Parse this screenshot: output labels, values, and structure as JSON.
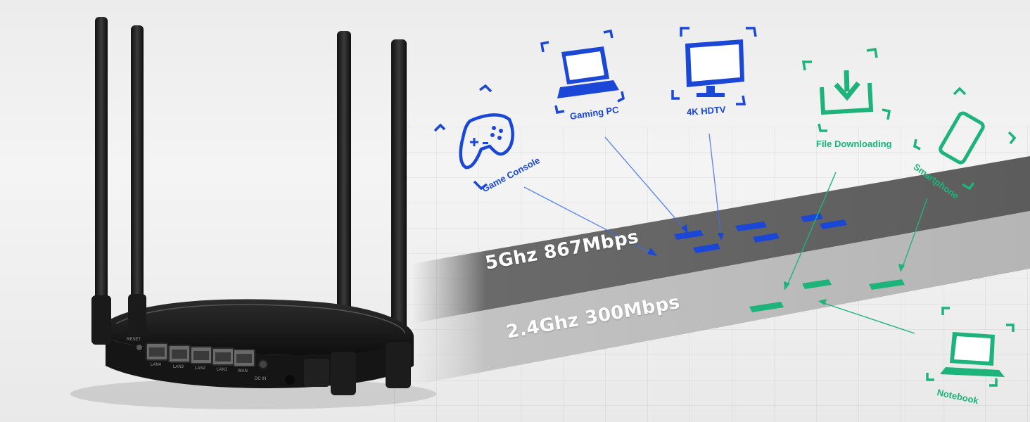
{
  "bands": {
    "five_ghz": "5Ghz 867Mbps",
    "two_four_ghz": "2.4Ghz 300Mbps"
  },
  "devices_5ghz": {
    "game_console": "Game Console",
    "gaming_pc": "Gaming PC",
    "hdtv": "4K HDTV"
  },
  "devices_24ghz": {
    "file_downloading": "File Downloading",
    "smartphone": "Smartphone",
    "notebook": "Notebook"
  },
  "router": {
    "ports": [
      "LAN4",
      "LAN3",
      "LAN2",
      "LAN1",
      "WAN"
    ],
    "reset_label": "RESET",
    "dc_label": "DC IN"
  },
  "colors": {
    "blue_accent": "#1a47d6",
    "green_accent": "#1db37a",
    "band_5ghz": "#5f5f5f",
    "band_24ghz": "#b9b9b9"
  }
}
